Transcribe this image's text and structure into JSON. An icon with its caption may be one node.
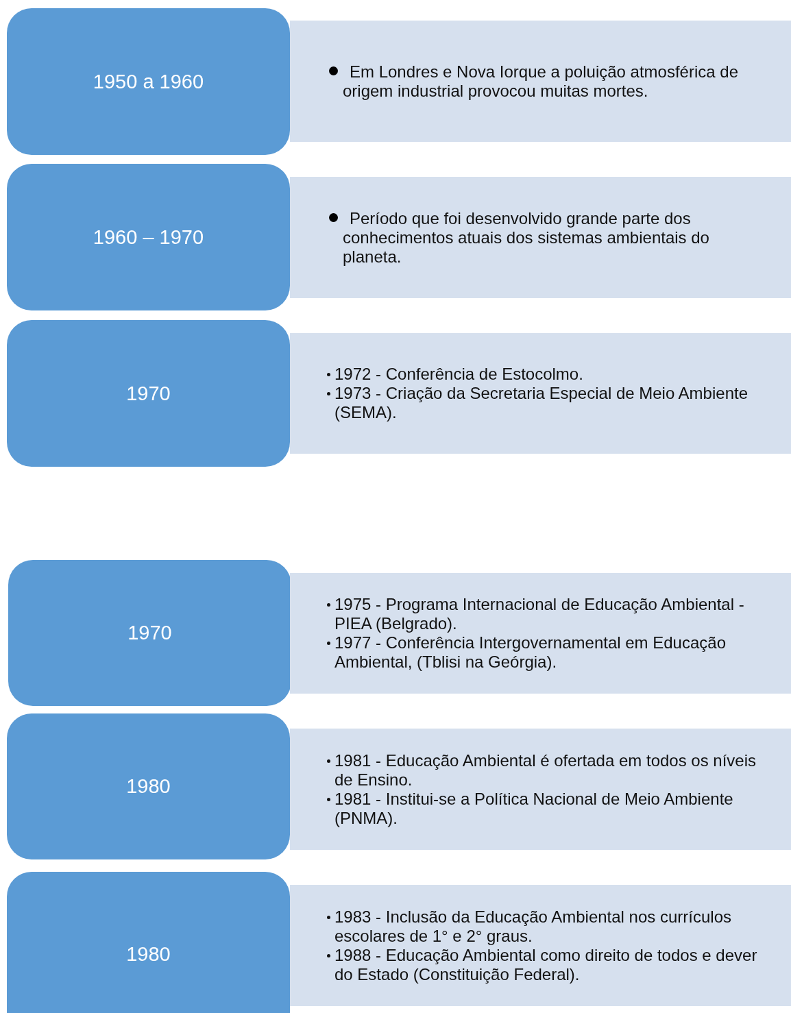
{
  "diagram": {
    "nodes": [
      {
        "text": [
          "1950 a 1960"
        ]
      },
      {
        "text": [
          "Em Londres e Nova Iorque a poluição atmosférica de origem industrial provocou muitas mortes."
        ]
      },
      {
        "text": [
          "1960 – 1970"
        ]
      },
      {
        "text": [
          "Período que foi desenvolvido grande parte dos conhecimentos atuais dos sistemas ambientais do planeta."
        ]
      },
      {
        "text": [
          "1970"
        ]
      },
      {
        "text": [
          "1972 - Conferência de Estocolmo.",
          "1973 - Criação da Secretaria Especial de Meio Ambiente (SEMA)."
        ]
      },
      {
        "text": [
          "1970"
        ]
      },
      {
        "text": [
          "1975 - Programa Internacional de Educação Ambiental - PIEA (Belgrado).",
          "1977 - Conferência Intergovernamental em Educação Ambiental, (Tblisi na Geórgia)."
        ]
      },
      {
        "text": [
          "1980"
        ]
      },
      {
        "text": [
          "1981 -  Educação Ambiental é ofertada em todos os níveis de Ensino.",
          "1981 - Institui-se a Política Nacional de Meio Ambiente (PNMA)."
        ]
      },
      {
        "text": [
          "1980"
        ]
      },
      {
        "text": [
          "1983 - Inclusão da Educação Ambiental nos currículos escolares de 1° e 2° graus.",
          "1988 - Educação Ambiental como direito de todos e dever do Estado (Constituição Federal)."
        ]
      }
    ]
  }
}
